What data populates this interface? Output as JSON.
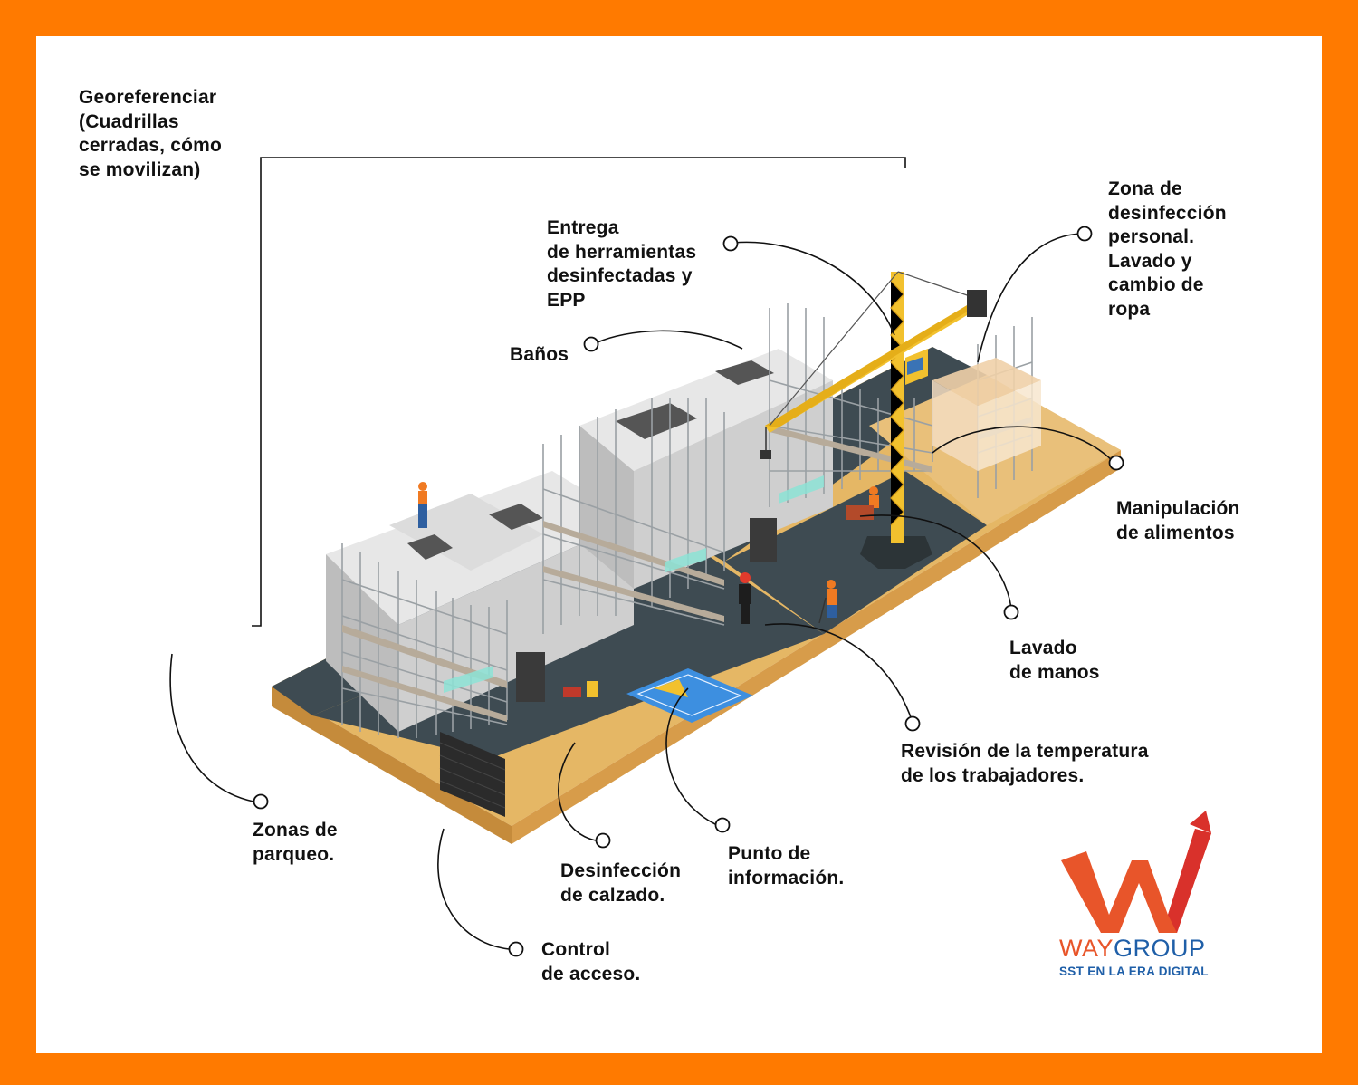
{
  "labels": {
    "georeferenciar": "Georeferenciar\n(Cuadrillas\ncerradas, cómo\nse movilizan)",
    "entrega": "Entrega\nde herramientas\ndesinfectadas y\nEPP",
    "banos": "Baños",
    "zona_desinfeccion": "Zona de\ndesinfección\npersonal.\nLavado y\ncambio de\nropa",
    "manipulacion": "Manipulación\nde alimentos",
    "lavado_manos": "Lavado\nde manos",
    "revision_temperatura": "Revisión de la temperatura\nde los trabajadores.",
    "zonas_parqueo": "Zonas de\nparqueo.",
    "desinfeccion_calzado": "Desinfección\nde calzado.",
    "punto_informacion": "Punto de\ninformación.",
    "control_acceso": "Control\nde acceso."
  },
  "brand": {
    "name_part1": "WAY",
    "name_part2": "GROUP",
    "tagline": "SST EN LA ERA DIGITAL"
  },
  "colors": {
    "frame": "#ff7a00",
    "ground_sand": "#e5b765",
    "ground_dark": "#3e4b52",
    "building": "#d6d6d6",
    "crane": "#f2c12e",
    "brand_orange": "#e8552a",
    "brand_blue": "#1f5fa8"
  }
}
